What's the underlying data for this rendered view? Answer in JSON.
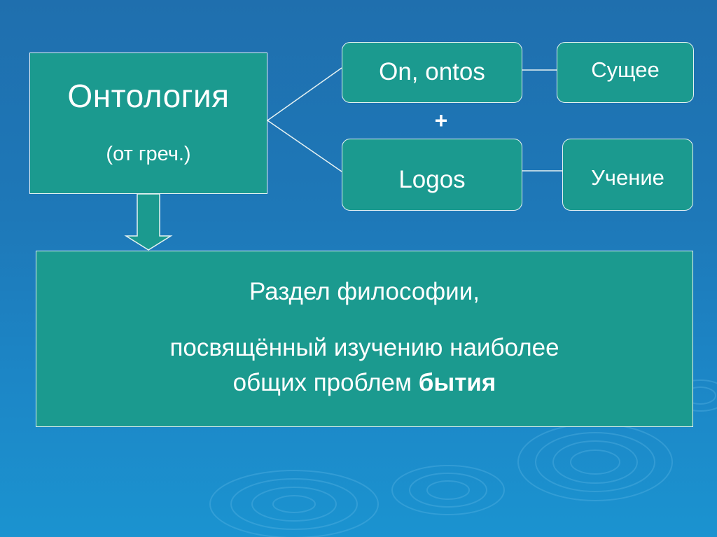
{
  "slide": {
    "root": {
      "title": "Онтология",
      "subtitle": "(от греч.)"
    },
    "on_ontos": "On, ontos",
    "plus": "+",
    "logos": "Logos",
    "sushchee": "Сущее",
    "uchenie": "Учение",
    "definition": {
      "line1": "Раздел философии,",
      "line2": "посвящённый изучению наиболее",
      "line3_prefix": "общих проблем ",
      "line3_bold": "бытия"
    }
  },
  "colors": {
    "box_fill": "#1b9a8f",
    "box_border": "#e6f2f2",
    "background_top": "#1f6fae",
    "background_bottom": "#1b93d0",
    "text": "#ffffff"
  }
}
